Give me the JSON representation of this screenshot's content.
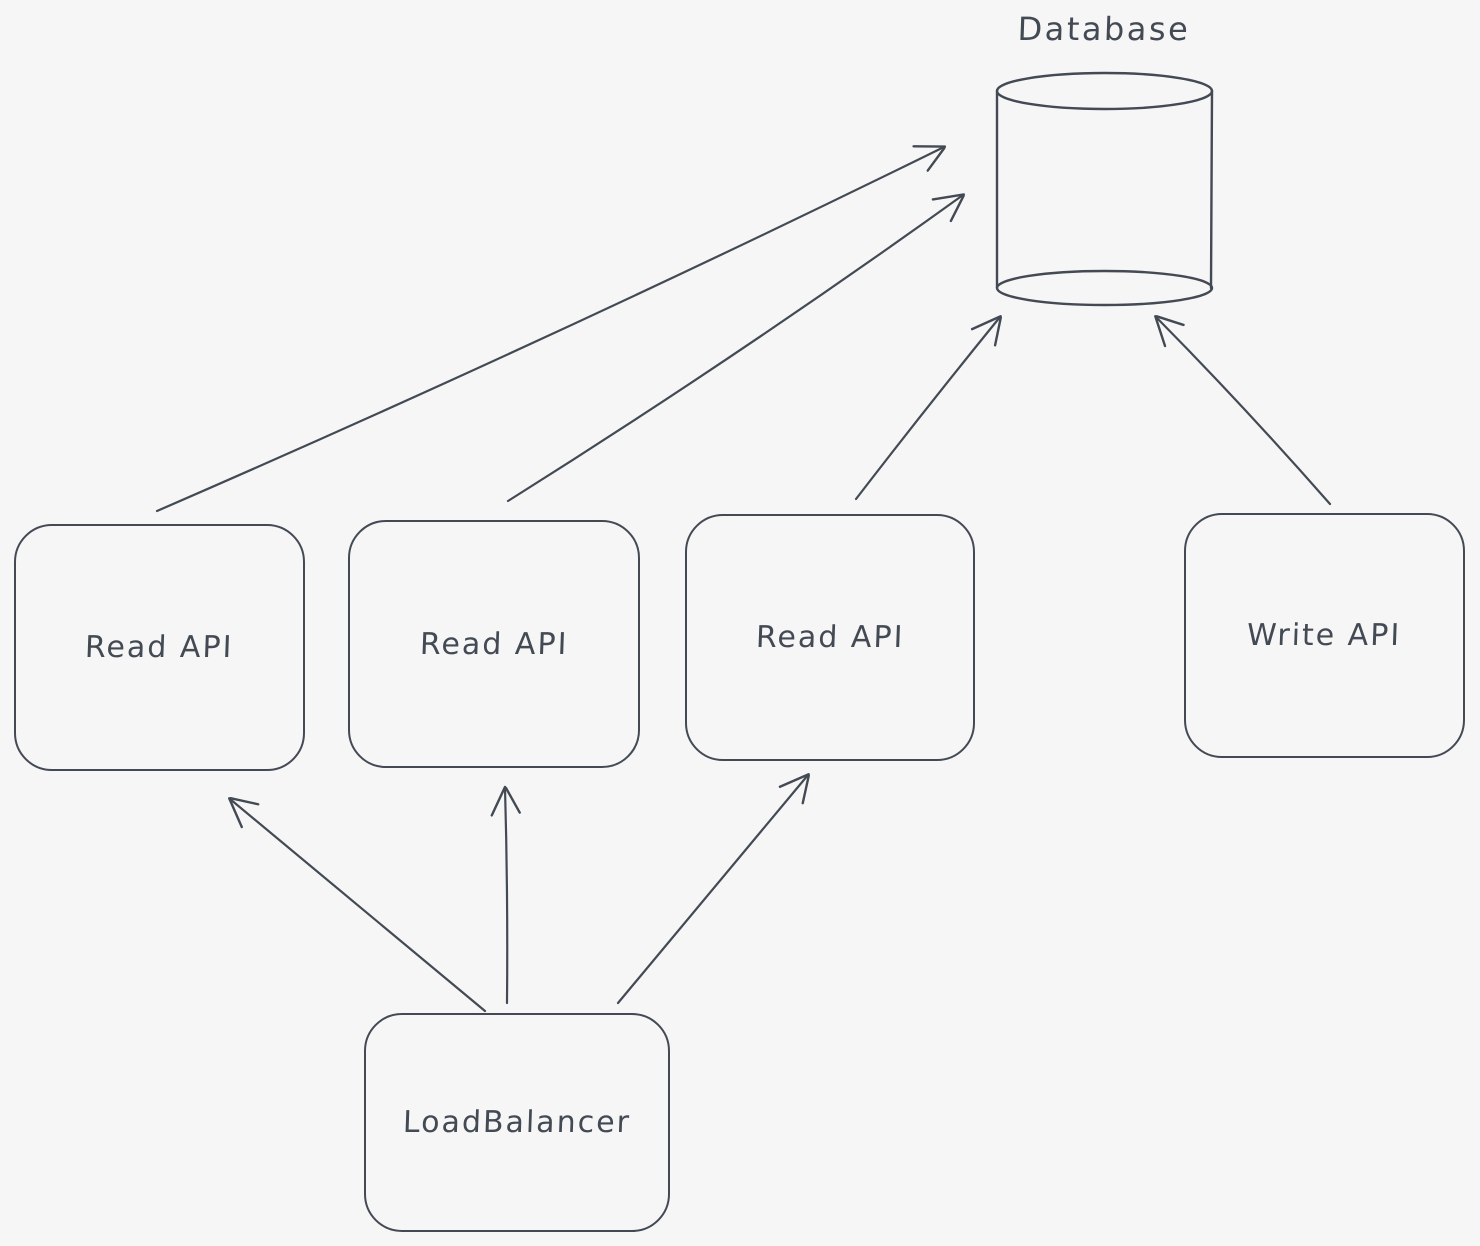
{
  "diagram": {
    "title": "",
    "style": {
      "background_color": "#f6f6f7",
      "stroke_color": "#434a53",
      "fill": "transparent"
    },
    "nodes": [
      {
        "id": "database",
        "label": "Database",
        "shape": "cylinder"
      },
      {
        "id": "read-api-1",
        "label": "Read API",
        "shape": "rounded-rect"
      },
      {
        "id": "read-api-2",
        "label": "Read API",
        "shape": "rounded-rect"
      },
      {
        "id": "read-api-3",
        "label": "Read API",
        "shape": "rounded-rect"
      },
      {
        "id": "write-api",
        "label": "Write API",
        "shape": "rounded-rect"
      },
      {
        "id": "loadbalancer",
        "label": "LoadBalancer",
        "shape": "rounded-rect"
      }
    ],
    "edges": [
      {
        "from": "read-api-1",
        "to": "database",
        "arrow": "open"
      },
      {
        "from": "read-api-2",
        "to": "database",
        "arrow": "open"
      },
      {
        "from": "read-api-3",
        "to": "database",
        "arrow": "open"
      },
      {
        "from": "write-api",
        "to": "database",
        "arrow": "open"
      },
      {
        "from": "loadbalancer",
        "to": "read-api-1",
        "arrow": "open"
      },
      {
        "from": "loadbalancer",
        "to": "read-api-2",
        "arrow": "open"
      },
      {
        "from": "loadbalancer",
        "to": "read-api-3",
        "arrow": "open"
      }
    ]
  }
}
